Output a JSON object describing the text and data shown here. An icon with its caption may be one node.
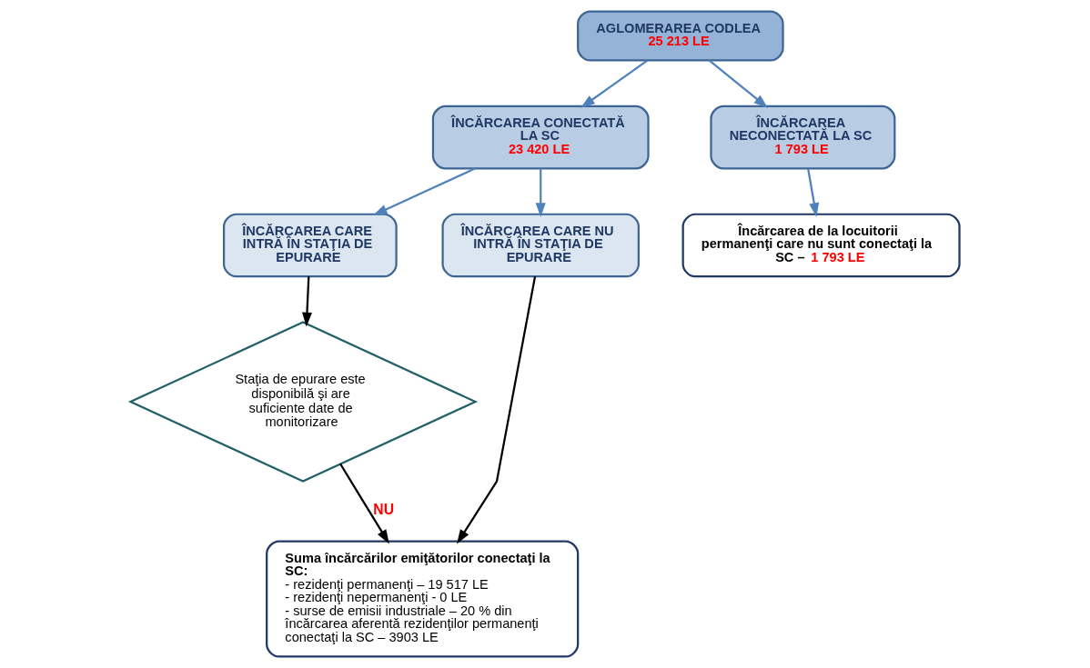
{
  "diagram": {
    "nodes": [
      {
        "text": [
          "AGLOMERAREA CODLEA",
          "25 213 LE"
        ]
      },
      {
        "text": [
          "ÎNCĂRCAREA CONECTATĂ LA SC",
          "23 420 LE"
        ]
      },
      {
        "text": [
          "ÎNCĂRCAREA NECONECTATĂ LA SC",
          "1 793 LE"
        ]
      },
      {
        "text": [
          "ÎNCĂRCAREA CARE INTRĂ ÎN STAŢIA DE EPURARE"
        ]
      },
      {
        "text": [
          "ÎNCĂRCAREA CARE NU INTRĂ ÎN STAŢIA DE EPURARE"
        ]
      },
      {
        "text": [
          "Încărcarea de la locuitorii permanenţi care nu sunt conectaţi la SC –",
          "1 793 LE"
        ]
      },
      {
        "text": [
          "Staţia de epurare este disponibilă şi are suficiente date de monitorizare"
        ]
      },
      {
        "text": [
          "Suma încărcărilor emiţătorilor conectaţi la SC:",
          "- rezidenţi permanenţi – 19 517 LE",
          "- rezidenţi nepermanenţi - 0 LE",
          "- surse de emisii industriale – 20 % din încărcarea aferentă rezidenţilor permanenţi conectaţi la SC – 3903 LE"
        ]
      }
    ],
    "edges": [
      {
        "from": 0,
        "to": 1,
        "arrow": "to"
      },
      {
        "from": 0,
        "to": 2,
        "arrow": "to"
      },
      {
        "from": 1,
        "to": 3,
        "arrow": "to"
      },
      {
        "from": 1,
        "to": 4,
        "arrow": "to"
      },
      {
        "from": 2,
        "to": 5,
        "arrow": "to"
      },
      {
        "from": 3,
        "to": 6,
        "arrow": "to",
        "color": "#000000"
      },
      {
        "from": 6,
        "to": 7,
        "arrow": "to",
        "label": "NU",
        "color": "#000000"
      },
      {
        "from": 4,
        "to": 7,
        "arrow": "to",
        "color": "#000000"
      }
    ]
  }
}
